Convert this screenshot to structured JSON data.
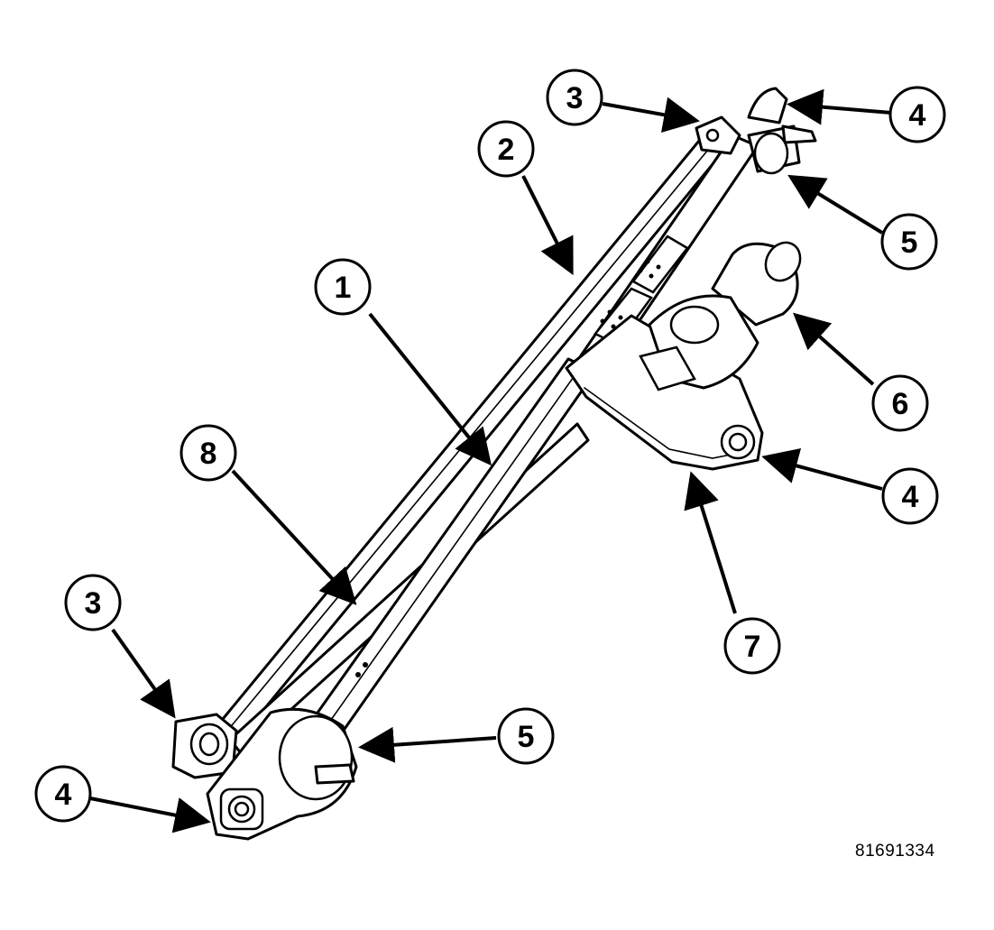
{
  "diagram": {
    "reference_code": "81691334",
    "callouts": [
      {
        "id": "c1",
        "label": "1"
      },
      {
        "id": "c2",
        "label": "2"
      },
      {
        "id": "c3a",
        "label": "3"
      },
      {
        "id": "c3b",
        "label": "3"
      },
      {
        "id": "c4a",
        "label": "4"
      },
      {
        "id": "c4b",
        "label": "4"
      },
      {
        "id": "c4c",
        "label": "4"
      },
      {
        "id": "c5a",
        "label": "5"
      },
      {
        "id": "c5b",
        "label": "5"
      },
      {
        "id": "c6",
        "label": "6"
      },
      {
        "id": "c7",
        "label": "7"
      },
      {
        "id": "c8",
        "label": "8"
      }
    ],
    "colors": {
      "ink": "#000000",
      "paper": "#ffffff"
    }
  }
}
